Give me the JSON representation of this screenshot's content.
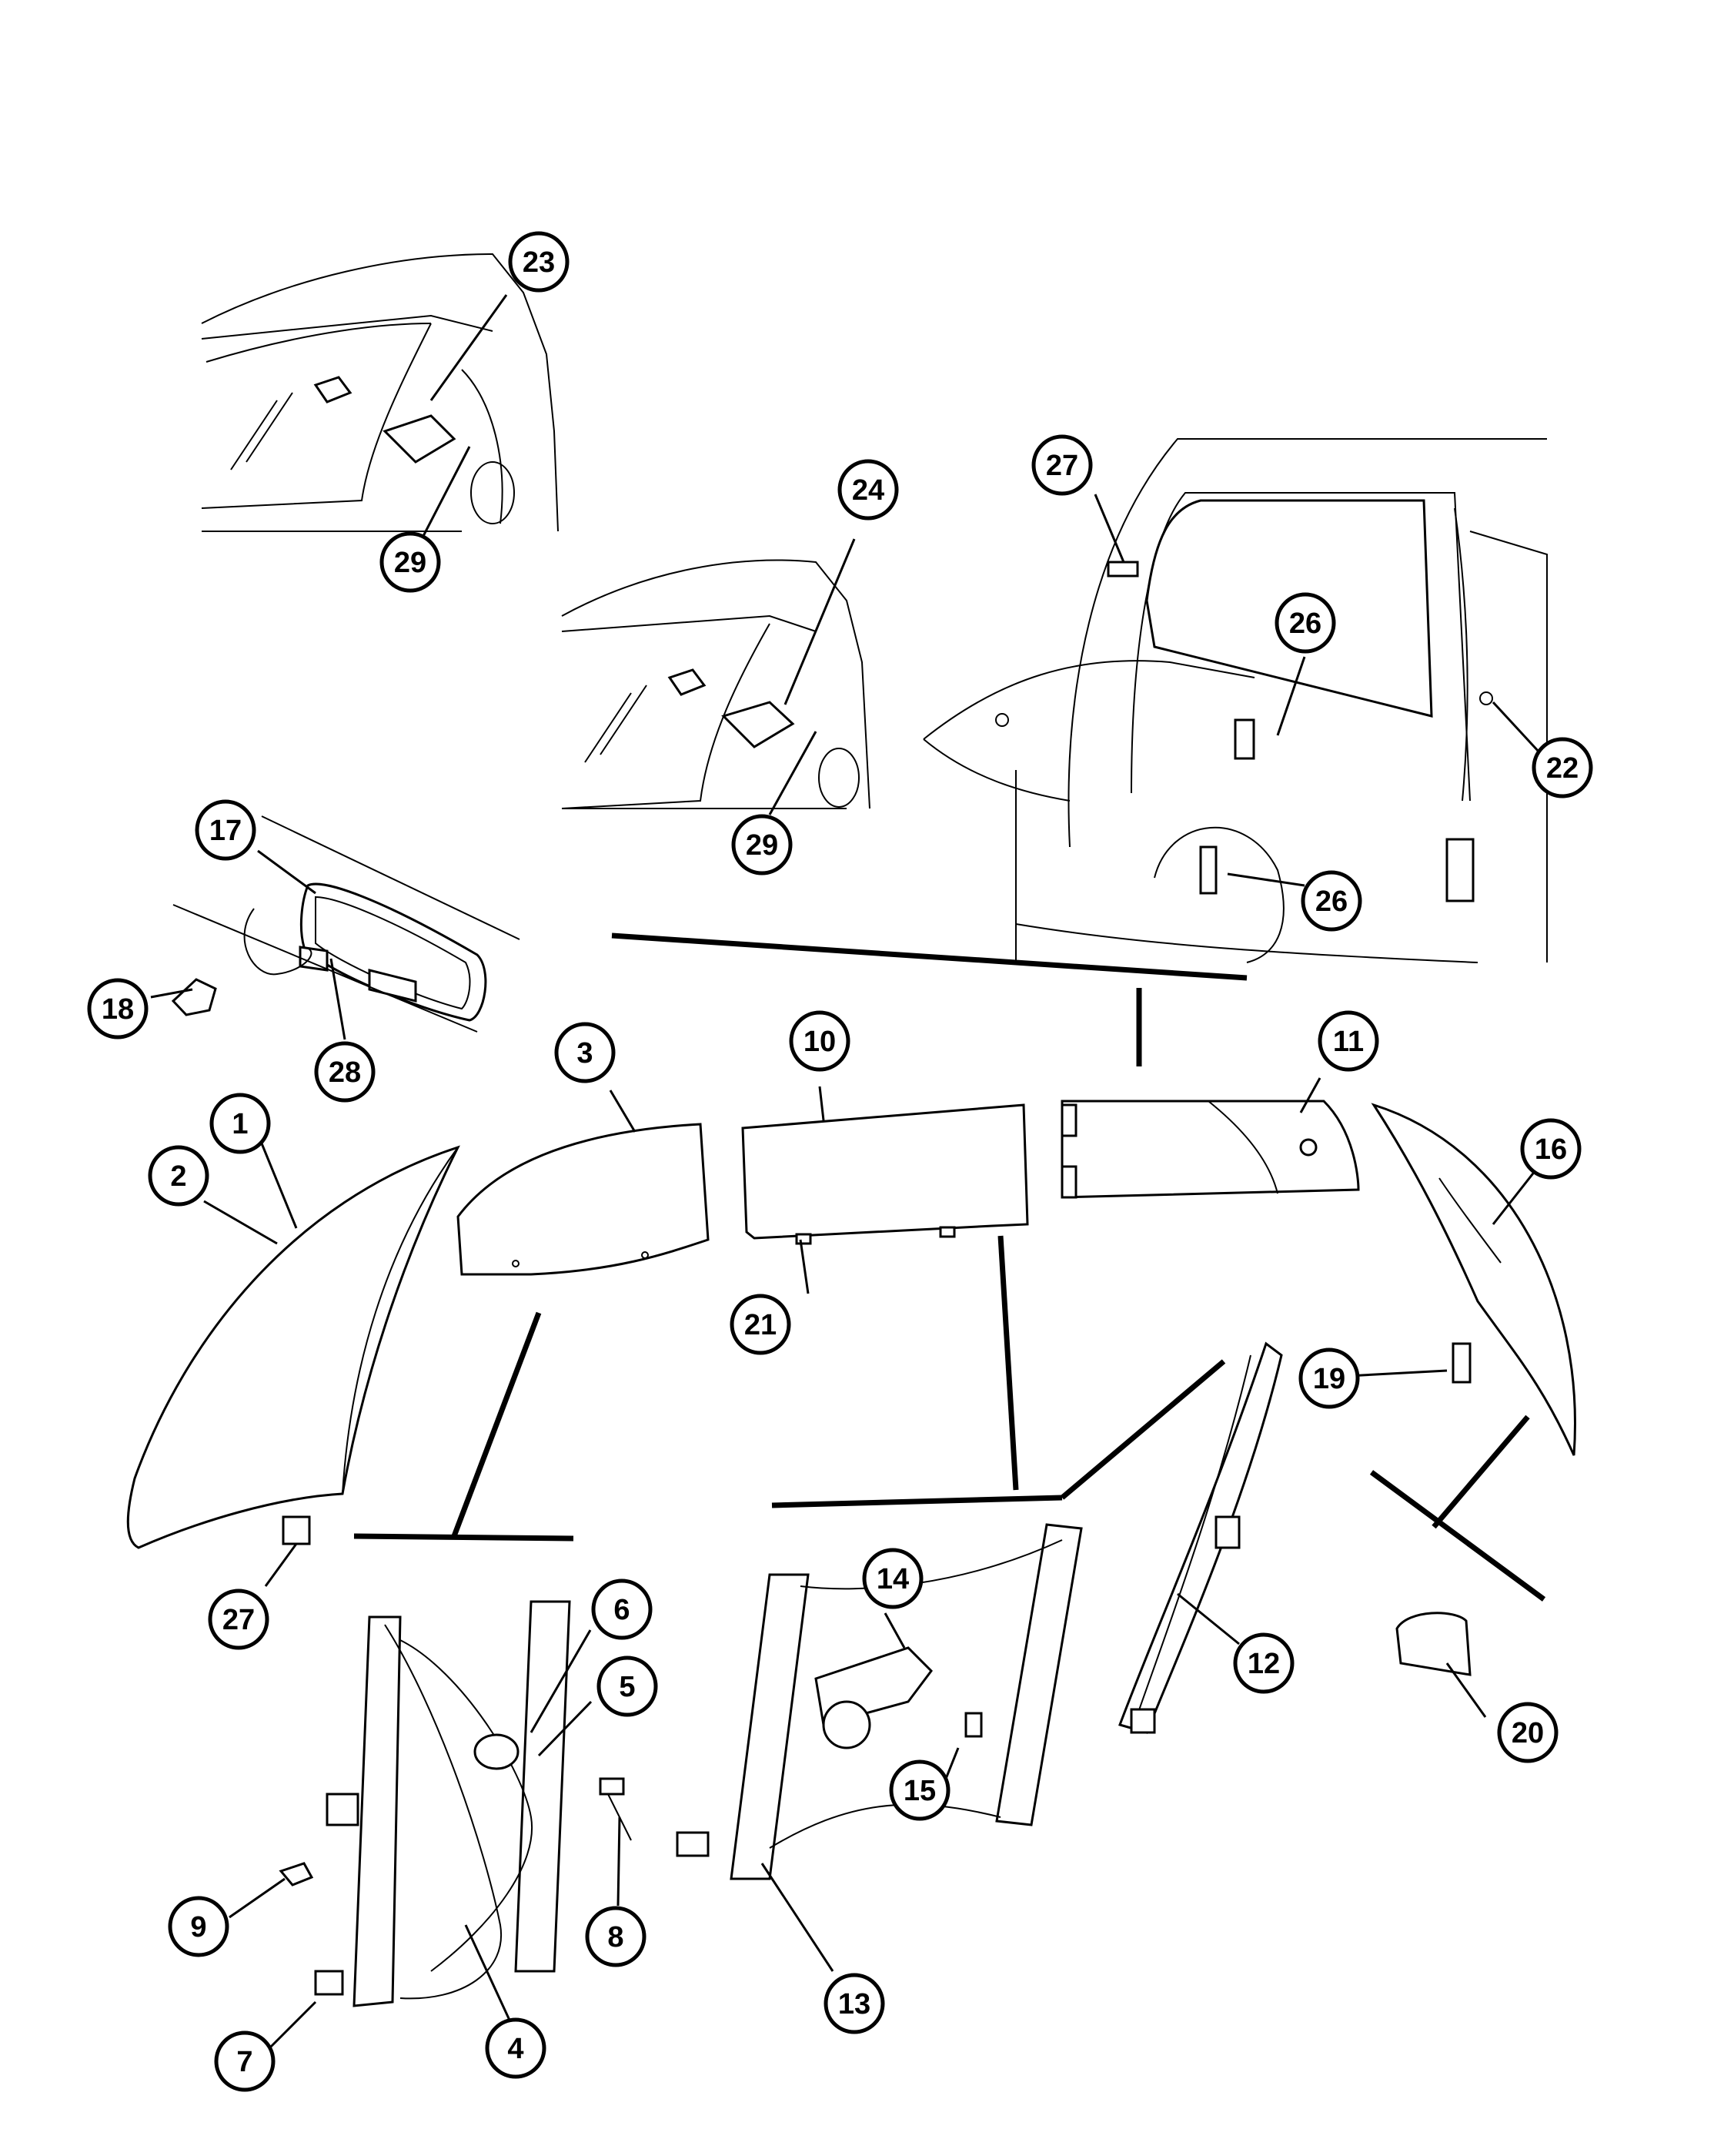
{
  "diagram": {
    "callouts": [
      {
        "id": "c1",
        "label": "1"
      },
      {
        "id": "c2",
        "label": "2"
      },
      {
        "id": "c3",
        "label": "3"
      },
      {
        "id": "c4",
        "label": "4"
      },
      {
        "id": "c5",
        "label": "5"
      },
      {
        "id": "c6",
        "label": "6"
      },
      {
        "id": "c7",
        "label": "7"
      },
      {
        "id": "c8",
        "label": "8"
      },
      {
        "id": "c9",
        "label": "9"
      },
      {
        "id": "c10",
        "label": "10"
      },
      {
        "id": "c11",
        "label": "11"
      },
      {
        "id": "c12",
        "label": "12"
      },
      {
        "id": "c13",
        "label": "13"
      },
      {
        "id": "c14",
        "label": "14"
      },
      {
        "id": "c15",
        "label": "15"
      },
      {
        "id": "c16",
        "label": "16"
      },
      {
        "id": "c17",
        "label": "17"
      },
      {
        "id": "c18",
        "label": "18"
      },
      {
        "id": "c19",
        "label": "19"
      },
      {
        "id": "c20",
        "label": "20"
      },
      {
        "id": "c21",
        "label": "21"
      },
      {
        "id": "c22",
        "label": "22"
      },
      {
        "id": "c23",
        "label": "23"
      },
      {
        "id": "c24",
        "label": "24"
      },
      {
        "id": "c26a",
        "label": "26"
      },
      {
        "id": "c26b",
        "label": "26"
      },
      {
        "id": "c27a",
        "label": "27"
      },
      {
        "id": "c27b",
        "label": "27"
      },
      {
        "id": "c28",
        "label": "28"
      },
      {
        "id": "c29a",
        "label": "29"
      },
      {
        "id": "c29b",
        "label": "29"
      }
    ]
  }
}
